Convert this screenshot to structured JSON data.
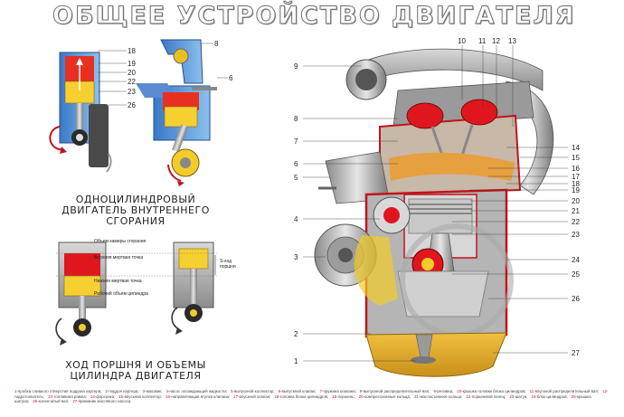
{
  "title": "ОБЩЕЕ УСТРОЙСТВО ДВИГАТЕЛЯ",
  "caption_single": [
    "ОДНОЦИЛИНДРОВЫЙ",
    "ДВИГАТЕЛЬ ВНУТРЕННЕГО",
    "СГОРАНИЯ"
  ],
  "caption_stroke": [
    "ХОД ПОРШНЯ И ОБЪЕМЫ",
    "ЦИЛИНДРА ДВИГАТЕЛЯ"
  ],
  "stroke_labels": {
    "chamber": "Объем камеры сгорания",
    "tdc": "Верхняя мертвая точка",
    "bdc": "Нижняя мертвая точка",
    "working": "Рабочий объем цилиндра",
    "stroke_a": "S-ход",
    "stroke_b": "поршня"
  },
  "left_callouts": [
    "18",
    "19",
    "20",
    "22",
    "23",
    "26",
    "8",
    "6"
  ],
  "main_left_callouts": [
    "9",
    "8",
    "7",
    "6",
    "5",
    "4",
    "3",
    "2",
    "1"
  ],
  "main_top_callouts": [
    "10",
    "11",
    "12",
    "13"
  ],
  "main_right_callouts": [
    "14",
    "15",
    "16",
    "17",
    "18",
    "19",
    "20",
    "21",
    "22",
    "23",
    "24",
    "25",
    "26",
    "27"
  ],
  "legend": [
    {
      "n": "1",
      "t": "пробка сливного отверстия поддона картера;"
    },
    {
      "n": "2",
      "t": "поддон картера;"
    },
    {
      "n": "3",
      "t": "маховик;"
    },
    {
      "n": "4",
      "t": "насос охлаждающей жидкости;"
    },
    {
      "n": "5",
      "t": "выпускной коллектор;"
    },
    {
      "n": "6",
      "t": "выпускной клапан;"
    },
    {
      "n": "7",
      "t": "пружина клапана;"
    },
    {
      "n": "8",
      "t": "выпускной распределительный вал;"
    },
    {
      "n": "9",
      "t": "ресивер;"
    },
    {
      "n": "10",
      "t": "крышка головки блока цилиндров;"
    },
    {
      "n": "11",
      "t": "впускной распределительный вал;"
    },
    {
      "n": "12",
      "t": "гидротолкатель;"
    },
    {
      "n": "13",
      "t": "топливная рампа;"
    },
    {
      "n": "14",
      "t": "форсунка;"
    },
    {
      "n": "15",
      "t": "впускной коллектор;"
    },
    {
      "n": "16",
      "t": "направляющая втулка клапана;"
    },
    {
      "n": "17",
      "t": "впускной клапан;"
    },
    {
      "n": "18",
      "t": "головка блока цилиндров;"
    },
    {
      "n": "19",
      "t": "поршень;"
    },
    {
      "n": "20",
      "t": "компрессионные кольца;"
    },
    {
      "n": "21",
      "t": "маслосъемное кольцо;"
    },
    {
      "n": "22",
      "t": "поршневой палец;"
    },
    {
      "n": "23",
      "t": "шатун;"
    },
    {
      "n": "24",
      "t": "блок цилиндров;"
    },
    {
      "n": "25",
      "t": "крышка шатуна;"
    },
    {
      "n": "26",
      "t": "коленчатый вал;"
    },
    {
      "n": "27",
      "t": "приемник масляного насоса."
    }
  ]
}
